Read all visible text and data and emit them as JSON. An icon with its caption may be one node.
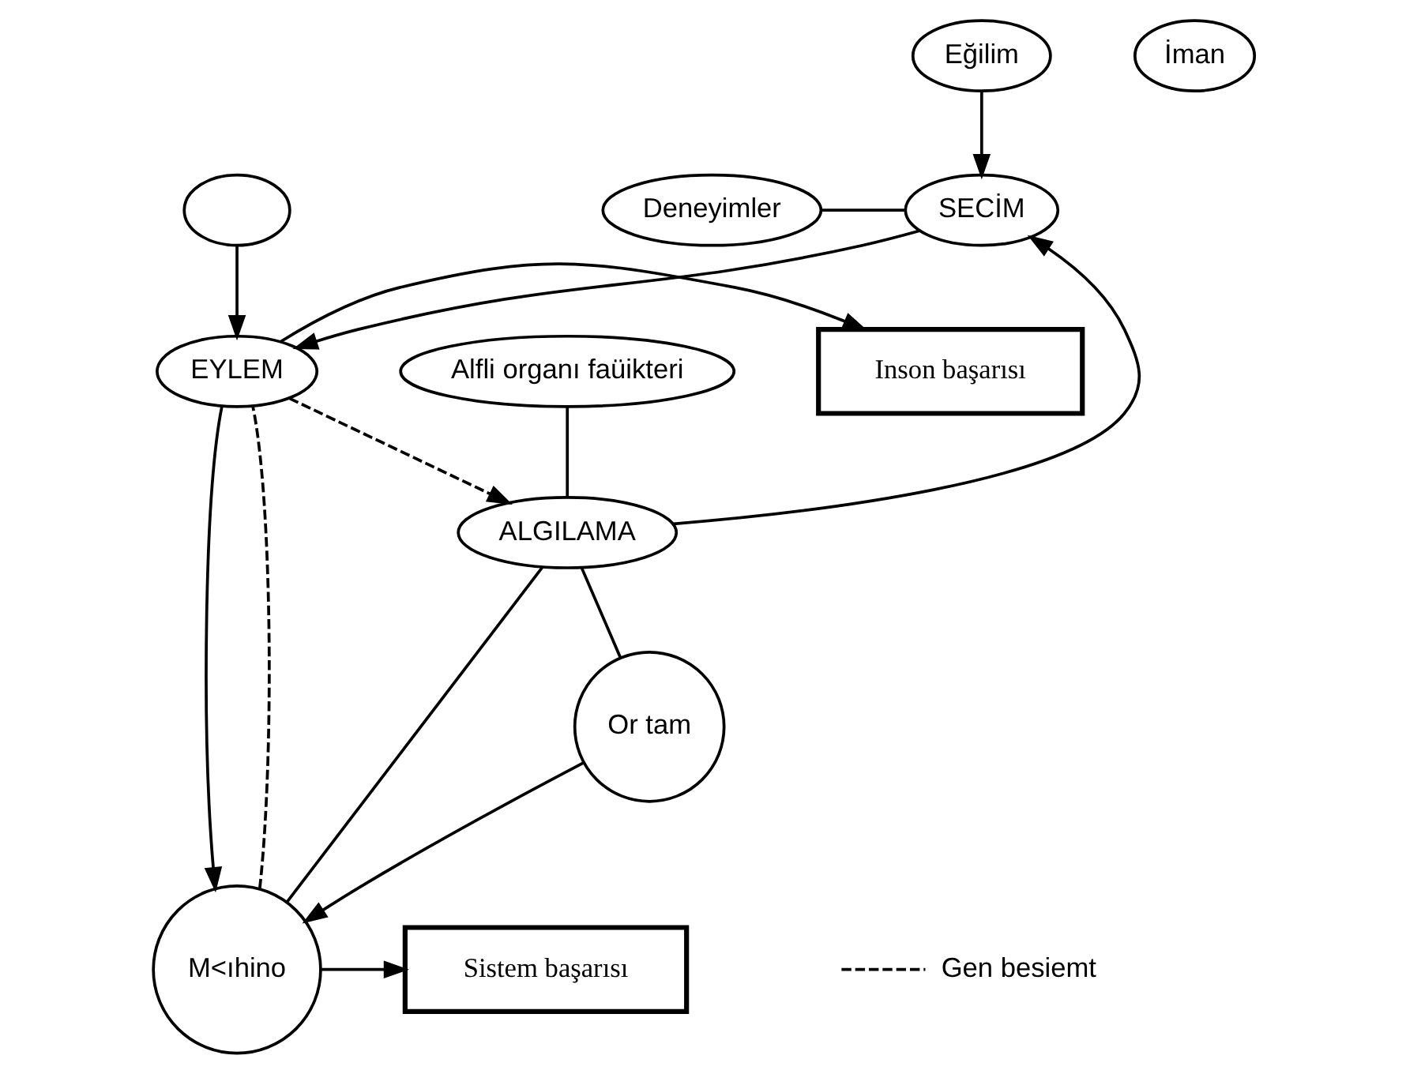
{
  "diagram": {
    "nodes": [
      {
        "text": [
          "Eğilim"
        ]
      },
      {
        "text": [
          "Deneyimler"
        ]
      },
      {
        "text": [
          "SECİM"
        ]
      },
      {
        "text": [
          "İman"
        ]
      },
      {
        "text": [],
        "shape": "ellipse"
      },
      {
        "text": [
          "EYLEM"
        ]
      },
      {
        "text": [
          "Inson başarısı"
        ]
      },
      {
        "text": [
          "Alfli organı faüikteri"
        ]
      },
      {
        "text": [
          "ALGILAMA"
        ]
      },
      {
        "text": [
          "Or tam"
        ]
      },
      {
        "text": [
          "M<ıhino"
        ]
      },
      {
        "text": [
          "Sistem başarısı"
        ]
      }
    ],
    "edges": [
      {
        "from": 0,
        "to": 2,
        "arrow": "to"
      },
      {
        "from": 1,
        "to": 2,
        "arrow": "none"
      },
      {
        "from": 2,
        "to": 5,
        "arrow": "to"
      },
      {
        "from": 4,
        "to": 5,
        "arrow": "to"
      },
      {
        "from": 5,
        "to": 6,
        "arrow": "to"
      },
      {
        "from": 8,
        "to": 2,
        "arrow": "to"
      },
      {
        "from": 7,
        "to": 8,
        "arrow": "none"
      },
      {
        "from": 5,
        "to": 8,
        "arrow": "to",
        "style": "dashed"
      },
      {
        "from": 5,
        "to": 10,
        "arrow": "to"
      },
      {
        "from": 10,
        "to": 5,
        "arrow": "none",
        "style": "dashed"
      },
      {
        "from": 8,
        "to": 9,
        "arrow": "none"
      },
      {
        "from": 8,
        "to": 10,
        "arrow": "none"
      },
      {
        "from": 9,
        "to": 10,
        "arrow": "to"
      },
      {
        "from": 10,
        "to": 11,
        "arrow": "to"
      }
    ],
    "legend": [
      {
        "text": "Gen besiemt"
      }
    ]
  }
}
